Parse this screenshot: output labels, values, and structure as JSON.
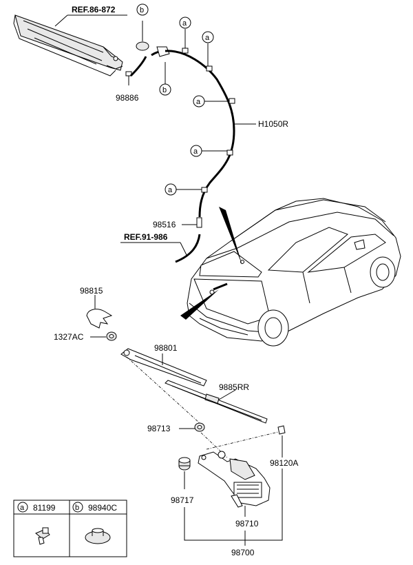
{
  "labels": {
    "ref_top": "REF.86-872",
    "ref_mid": "REF.91-986",
    "p98886": "98886",
    "h1050r": "H1050R",
    "p98516": "98516",
    "p98815": "98815",
    "p1327ac": "1327AC",
    "p98801": "98801",
    "p9885rr": "9885RR",
    "p98713": "98713",
    "p98120a": "98120A",
    "p98717": "98717",
    "p98710": "98710",
    "p98700": "98700"
  },
  "callouts": {
    "a": "a",
    "b": "b"
  },
  "legend": {
    "a_letter": "a",
    "a_part": "81199",
    "b_letter": "b",
    "b_part": "98940C"
  }
}
